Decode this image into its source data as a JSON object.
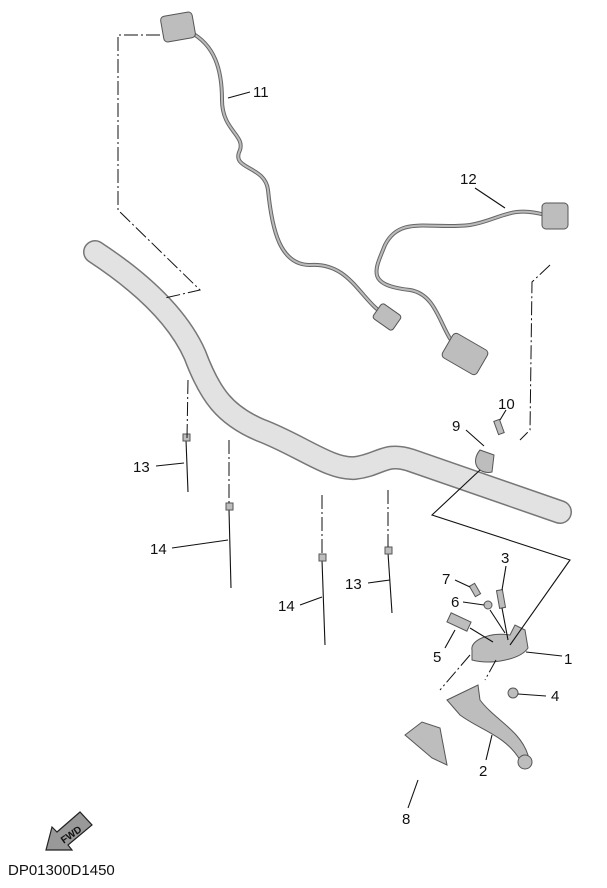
{
  "diagram": {
    "code": "DP01300D1450",
    "fwd_icon_text": "FWD",
    "callouts": {
      "c1": "1",
      "c2": "2",
      "c3": "3",
      "c4": "4",
      "c5": "5",
      "c6": "6",
      "c7": "7",
      "c8": "8",
      "c9": "9",
      "c10": "10",
      "c11": "11",
      "c12": "12",
      "c13a": "13",
      "c13b": "13",
      "c14a": "14",
      "c14b": "14"
    }
  }
}
